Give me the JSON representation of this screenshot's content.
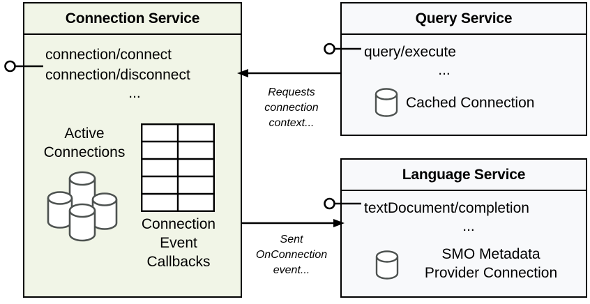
{
  "diagram": {
    "title": "Connection Service interaction diagram",
    "background": "#ffffff",
    "colors": {
      "connection_service_fill": "#F1F5E7",
      "other_service_fill": "#F8F9FB",
      "border": "#000000",
      "icon_stroke": "#4D5250",
      "icon_fill": "#FFFFFF"
    }
  },
  "connection_service": {
    "title": "Connection Service",
    "operations": [
      "connection/connect",
      "connection/disconnect"
    ],
    "operations_ellipsis": "...",
    "active_connections_label": "Active\nConnections",
    "active_connections_line1": "Active",
    "active_connections_line2": "Connections",
    "callbacks_line1": "Connection",
    "callbacks_line2": "Event",
    "callbacks_line3": "Callbacks",
    "table_rows": 5,
    "table_cols": 2,
    "cylinder_count": 4,
    "provided_interface": "lollipop"
  },
  "query_service": {
    "title": "Query Service",
    "operations": [
      "query/execute"
    ],
    "operations_ellipsis": "...",
    "resource_label": "Cached Connection",
    "provided_interface": "lollipop"
  },
  "language_service": {
    "title": "Language Service",
    "operations": [
      "textDocument/completion"
    ],
    "operations_ellipsis": "...",
    "resource_line1": "SMO Metadata",
    "resource_line2": "Provider Connection",
    "provided_interface": "lollipop"
  },
  "edges": [
    {
      "id": "query-to-connection",
      "from": "Query Service",
      "to": "Connection Service",
      "direction": "right-to-left",
      "label_line1": "Requests",
      "label_line2": "connection",
      "label_line3": "context..."
    },
    {
      "id": "connection-to-language",
      "from": "Connection Service",
      "to": "Language Service",
      "direction": "left-to-right",
      "label_line1": "Sent",
      "label_line2": "OnConnection",
      "label_line3": "event..."
    }
  ]
}
